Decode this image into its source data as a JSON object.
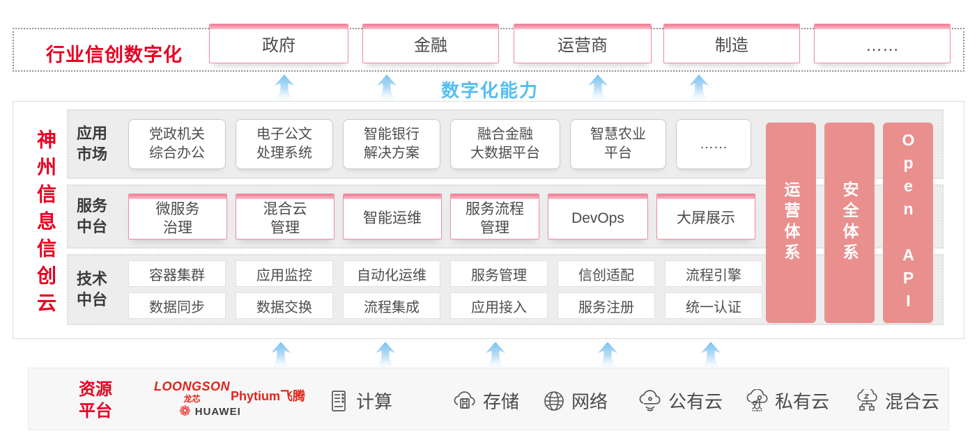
{
  "colors": {
    "brand_red": "#e60021",
    "pillar_pink": "#e9908f",
    "capability_blue": "#55bef0",
    "card_text": "#4d4d4d"
  },
  "top_banner": {
    "title": "行业信创数字化",
    "industries": [
      "政府",
      "金融",
      "运营商",
      "制造",
      "……"
    ]
  },
  "capability_label": "数字化能力",
  "platform": {
    "vertical_title": "神州信息信创云",
    "app_market": {
      "label": "应用\n市场",
      "cards": [
        "党政机关\n综合办公",
        "电子公文\n处理系统",
        "智能银行\n解决方案",
        "融合金融\n大数据平台",
        "智慧农业\n平台",
        "……"
      ]
    },
    "service_platform": {
      "label": "服务\n中台",
      "cards": [
        "微服务\n治理",
        "混合云\n管理",
        "智能运维",
        "服务流程\n管理",
        "DevOps",
        "大屏展示"
      ]
    },
    "tech_platform": {
      "label": "技术\n中台",
      "row1": [
        "容器集群",
        "应用监控",
        "自动化运维",
        "服务管理",
        "信创适配",
        "流程引擎"
      ],
      "row2": [
        "数据同步",
        "数据交换",
        "流程集成",
        "应用接入",
        "服务注册",
        "统一认证"
      ]
    },
    "pillars": [
      "运营体系",
      "安全体系",
      "Open API"
    ]
  },
  "resources": {
    "label": "资源\n平台",
    "vendors": {
      "loongson": "LOONGSON",
      "loongson_cn": "龙芯",
      "phytium": "Phytium飞腾",
      "huawei": "HUAWEI"
    },
    "items": [
      {
        "icon": "compute-icon",
        "label": "计算"
      },
      {
        "icon": "storage-icon",
        "label": "存储"
      },
      {
        "icon": "network-icon",
        "label": "网络"
      },
      {
        "icon": "public-cloud-icon",
        "label": "公有云"
      },
      {
        "icon": "private-cloud-icon",
        "label": "私有云"
      },
      {
        "icon": "hybrid-cloud-icon",
        "label": "混合云"
      }
    ]
  }
}
